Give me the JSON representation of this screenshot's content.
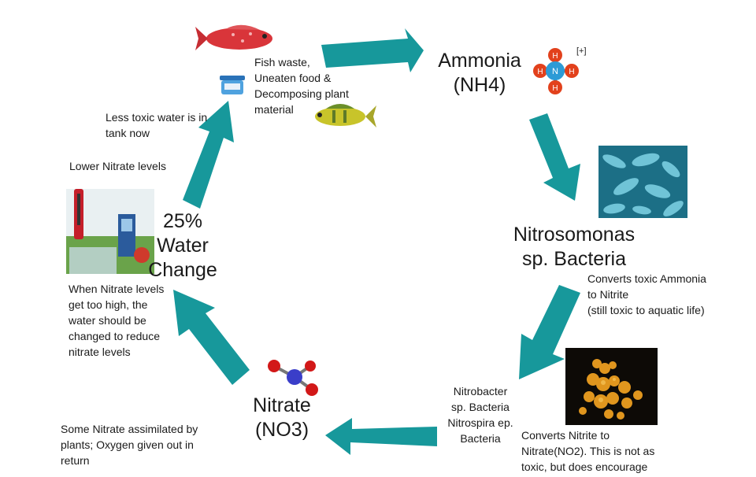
{
  "nodes": {
    "ammonia": "Ammonia\n(NH4)",
    "nitrosomonas": "Nitrosomonas\nsp. Bacteria",
    "nitrate": "Nitrate\n(NO3)",
    "water_change": "25%\nWater\nChange"
  },
  "labels": {
    "fish_waste": "Fish waste,\nUneaten food &\nDecomposing plant\nmaterial",
    "converts_ammonia": "Converts toxic Ammonia\nto Nitrite\n(still toxic to aquatic life)",
    "nitrobacter": "Nitrobacter\nsp. Bacteria\nNitrospira ep.\nBacteria",
    "converts_nitrite": "Converts Nitrite to\nNitrate(NO2). This is not as\ntoxic, but does encourage",
    "assimilated": "Some Nitrate assimilated by\nplants; Oxygen given out in\nreturn",
    "nitrate_high": "When Nitrate levels\nget too high, the\nwater should be\nchanged to reduce\nnitrate levels",
    "lower_nitrate": "Lower Nitrate levels",
    "less_toxic": "Less toxic water is in\ntank now"
  },
  "molecule": {
    "charge": "[+]",
    "center_atom": "N",
    "outer_atom": "H"
  },
  "colors": {
    "arrow": "#17989b",
    "ammonia_center": "#2d9bd6",
    "ammonia_outer": "#e2411c",
    "nitrate_center": "#3a3ec9",
    "nitrate_outer": "#d21818"
  }
}
